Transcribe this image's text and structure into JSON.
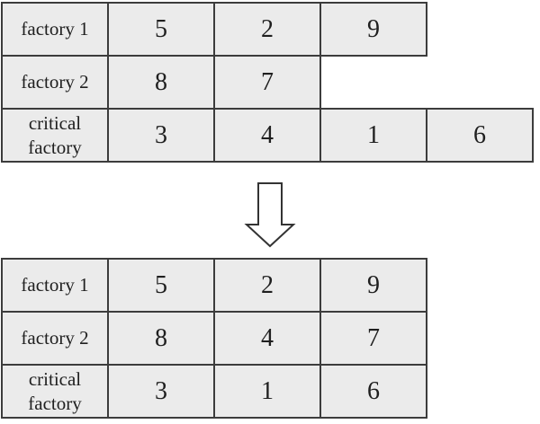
{
  "figure": {
    "before_table": {
      "rows": [
        {
          "label": "factory 1",
          "values": [
            "5",
            "2",
            "9"
          ]
        },
        {
          "label": "factory 2",
          "values": [
            "8",
            "7"
          ]
        },
        {
          "label": "critical factory",
          "values": [
            "3",
            "4",
            "1",
            "6"
          ]
        }
      ]
    },
    "after_table": {
      "rows": [
        {
          "label": "factory 1",
          "values": [
            "5",
            "2",
            "9"
          ]
        },
        {
          "label": "factory 2",
          "values": [
            "8",
            "4",
            "7"
          ]
        },
        {
          "label": "critical factory",
          "values": [
            "3",
            "1",
            "6"
          ]
        }
      ]
    },
    "arrow_icon": "down-arrow-icon",
    "colors": {
      "background": "#ffffff",
      "cell_fill": "#ebebeb",
      "border": "#3c3c3c",
      "text": "#1f1f1f"
    }
  }
}
